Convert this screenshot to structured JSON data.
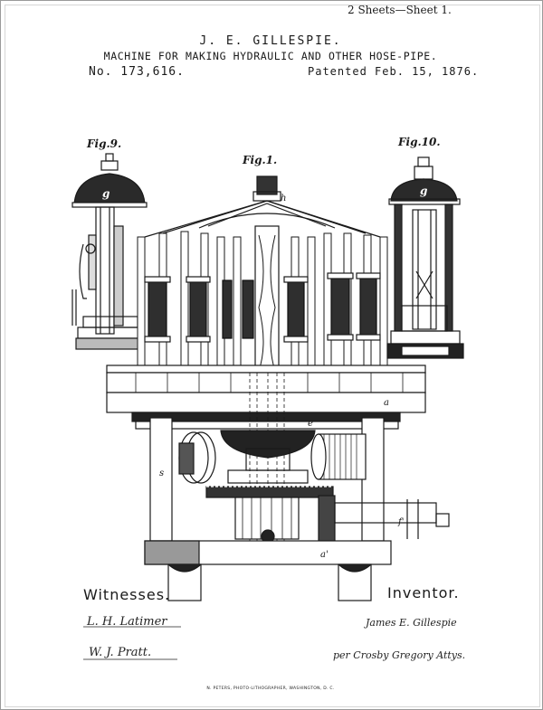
{
  "header": {
    "sheets": "2 Sheets—Sheet 1.",
    "inventor": "J. E. GILLESPIE.",
    "title": "MACHINE FOR MAKING HYDRAULIC AND OTHER HOSE-PIPE.",
    "patent_number": "No. 173,616.",
    "patent_date": "Patented Feb. 15, 1876."
  },
  "figures": {
    "fig9": "Fig.9.",
    "fig1": "Fig.1.",
    "fig10": "Fig.10."
  },
  "signatures": {
    "witnesses_label": "Witnesses.",
    "inventor_label": "Inventor.",
    "witness_1": "L. H. Latimer",
    "witness_2": "W. J. Pratt.",
    "inventor_signature": "James E. Gillespie",
    "attorney": "per Crosby Gregory Attys."
  },
  "footer": {
    "imprint": "N. PETERS, PHOTO-LITHOGRAPHER, WASHINGTON, D. C."
  }
}
